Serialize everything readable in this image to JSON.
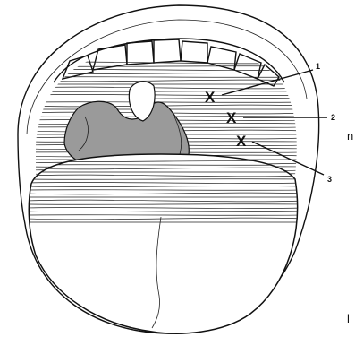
{
  "diagram": {
    "markers": [
      {
        "symbol": "X",
        "label": "1"
      },
      {
        "symbol": "X",
        "label": "2"
      },
      {
        "symbol": "X",
        "label": "3"
      }
    ],
    "edge_text_right": "n",
    "edge_text_bottom": "l"
  }
}
